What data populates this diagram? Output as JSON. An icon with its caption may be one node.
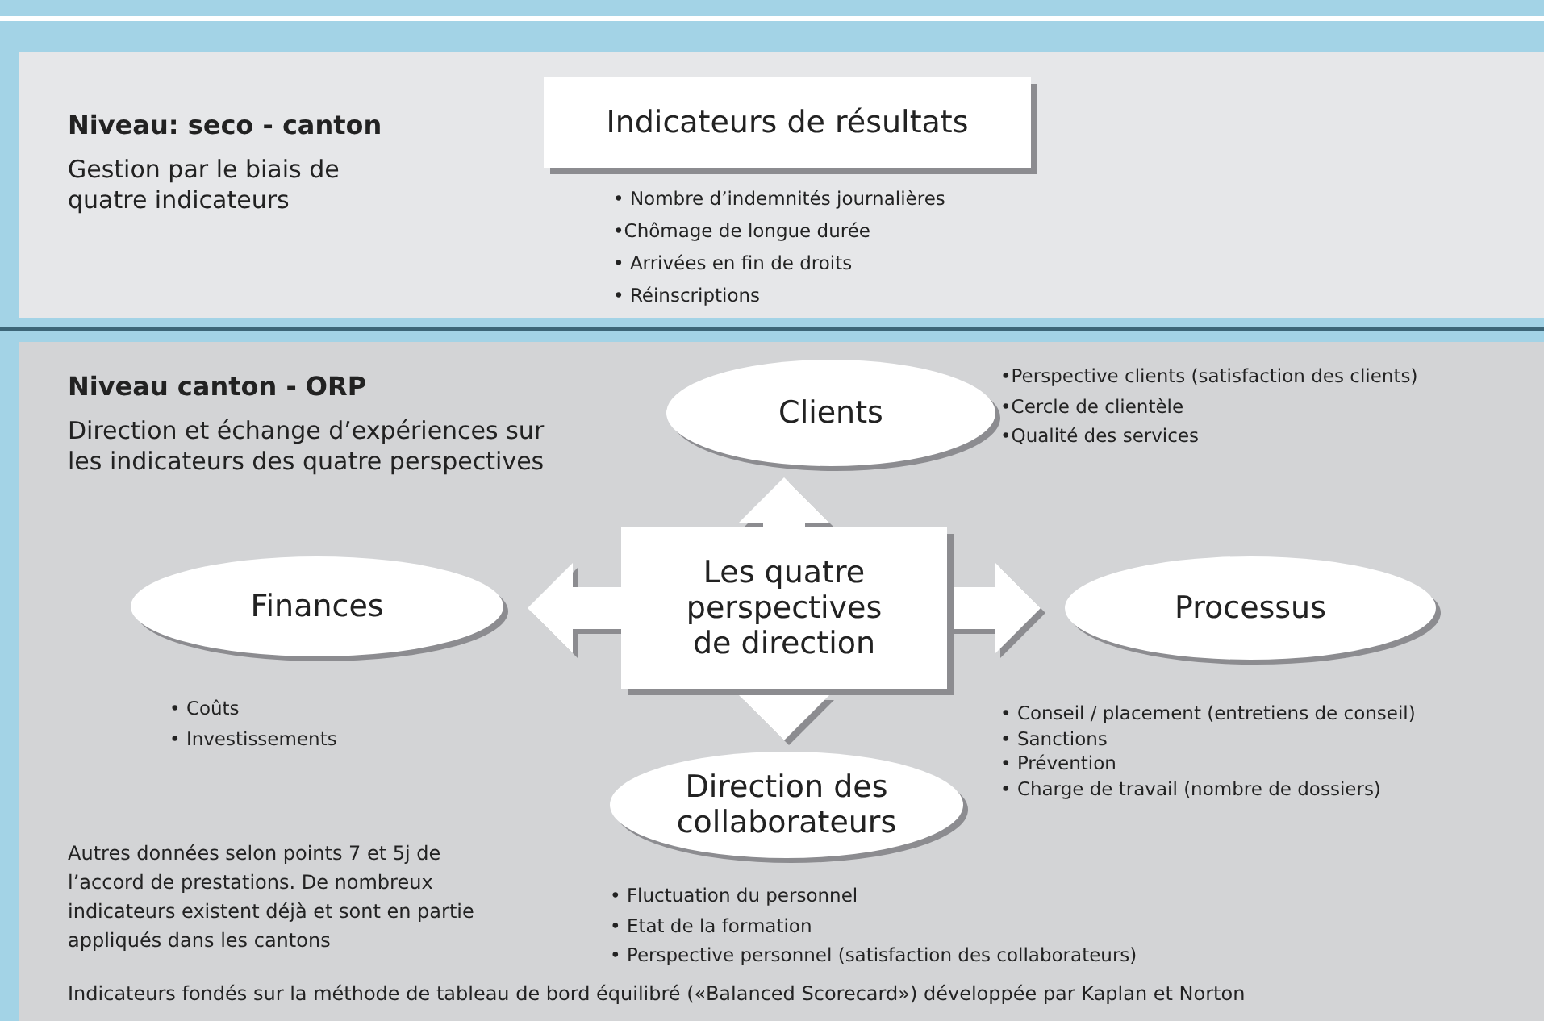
{
  "diagram": {
    "nodes": [
      {
        "text": [
          "Niveau: seco - canton",
          "Gestion par le biais de quatre indicateurs"
        ]
      },
      {
        "text": [
          "Indicateurs de résultats"
        ],
        "in": 0,
        "beside": [
          "• Nombre d’indemnités journalières",
          "•Chômage de longue durée",
          "• Arrivées en fin de droits",
          "• Réinscriptions"
        ]
      },
      {
        "text": [
          "Niveau canton - ORP",
          "Direction et échange d’expériences sur les indicateurs des quatre perspectives"
        ]
      },
      {
        "text": [
          "Les quatre perspectives de direction"
        ],
        "in": 2
      },
      {
        "text": [
          "Clients"
        ],
        "in": 2,
        "beside": [
          "•Perspective clients (satisfaction des clients)",
          "•Cercle de clientèle",
          "•Qualité des services"
        ]
      },
      {
        "text": [
          "Finances"
        ],
        "in": 2,
        "beside": [
          "• Coûts",
          "• Investissements"
        ]
      },
      {
        "text": [
          "Processus"
        ],
        "in": 2,
        "beside": [
          "• Conseil / placement (entretiens de conseil)",
          "• Sanctions",
          "• Prévention",
          "• Charge de travail (nombre de dossiers)"
        ]
      },
      {
        "text": [
          "Direction des collaborateurs"
        ],
        "in": 2,
        "beside": [
          "• Fluctuation du personnel",
          "• Etat de la formation",
          "• Perspective personnel (satisfaction des collaborateurs)"
        ]
      }
    ],
    "edges": [
      {
        "from": 3,
        "to": 4,
        "arrow": "to"
      },
      {
        "from": 3,
        "to": 5,
        "arrow": "to"
      },
      {
        "from": 3,
        "to": 6,
        "arrow": "to"
      },
      {
        "from": 3,
        "to": 7,
        "arrow": "to"
      }
    ],
    "labels": [
      "Autres données selon points 7 et 5j de l’accord de prestations. De nombreux indicateurs existent déjà et sont en partie appliqués dans les cantons",
      "Indicateurs fondés sur la méthode de tableau de bord équilibré («Balanced Scorecard») développée par Kaplan et Norton"
    ]
  }
}
